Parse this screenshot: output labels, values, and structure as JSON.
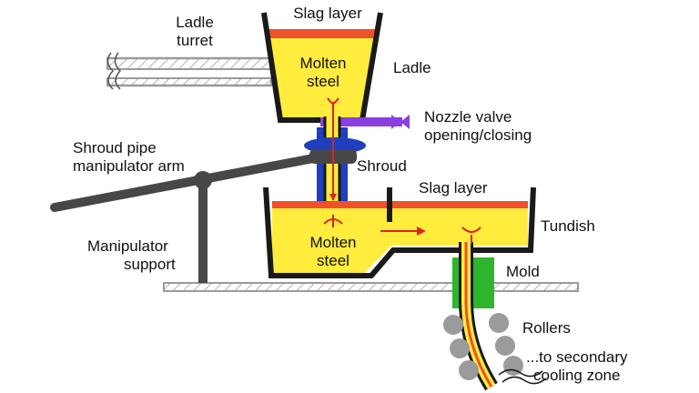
{
  "labels": {
    "slag_top": "Slag layer",
    "ladle_turret_1": "Ladle",
    "ladle_turret_2": "turret",
    "molten_top_1": "Molten",
    "molten_top_2": "steel",
    "ladle": "Ladle",
    "nozzle_1": "Nozzle valve",
    "nozzle_2": "opening/closing",
    "shroud_arm_1": "Shroud pipe",
    "shroud_arm_2": "manipulator arm",
    "shroud": "Shroud",
    "slag_tundish": "Slag layer",
    "tundish": "Tundish",
    "manip_support_1": "Manipulator",
    "manip_support_2": "support",
    "molten_bottom_1": "Molten",
    "molten_bottom_2": "steel",
    "mold": "Mold",
    "rollers": "Rollers",
    "secondary_1": "...to secondary",
    "secondary_2": "cooling zone"
  },
  "colors": {
    "steel": "#ffec3c",
    "slag": "#f0502a",
    "vessel_wall": "#1a1a1a",
    "shroud": "#1f3fbf",
    "valve": "#8a3fe0",
    "mold": "#2db52d",
    "roller": "#9b9b9b",
    "support": "#474747",
    "flow_arrow": "#e02020"
  }
}
